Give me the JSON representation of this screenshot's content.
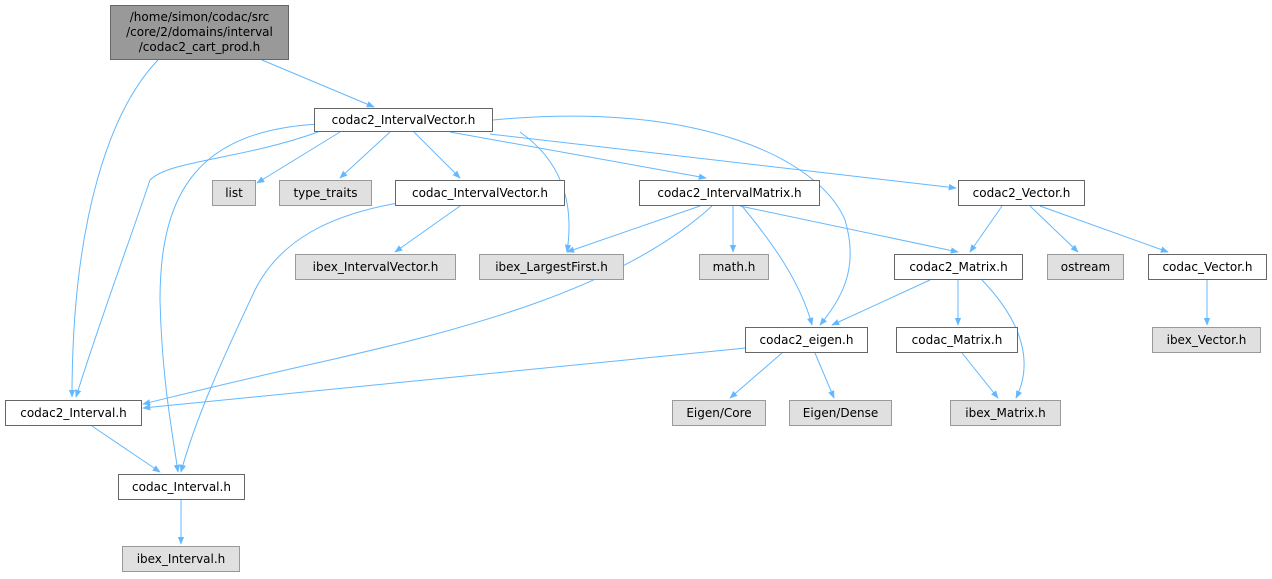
{
  "root": {
    "lines": [
      "/home/simon/codac/src",
      "/core/2/domains/interval",
      "/codac2_cart_prod.h"
    ]
  },
  "nodes": {
    "ivec2": "codac2_IntervalVector.h",
    "interval2": "codac2_Interval.h",
    "list": "list",
    "type_traits": "type_traits",
    "ivec1": "codac_IntervalVector.h",
    "imat2": "codac2_IntervalMatrix.h",
    "vec2": "codac2_Vector.h",
    "ibex_ivec": "ibex_IntervalVector.h",
    "ibex_lf": "ibex_LargestFirst.h",
    "math": "math.h",
    "mat2": "codac2_Matrix.h",
    "ostream": "ostream",
    "vec1": "codac_Vector.h",
    "eigen2": "codac2_eigen.h",
    "mat1": "codac_Matrix.h",
    "ibex_vec": "ibex_Vector.h",
    "eigen_core": "Eigen/Core",
    "eigen_dense": "Eigen/Dense",
    "ibex_mat": "ibex_Matrix.h",
    "interval1": "codac_Interval.h",
    "ibex_int": "ibex_Interval.h"
  },
  "colors": {
    "edge": "#63b8ff",
    "node_border": "#666666",
    "system_node_fill": "#e0e0e0",
    "root_fill": "#999999"
  }
}
